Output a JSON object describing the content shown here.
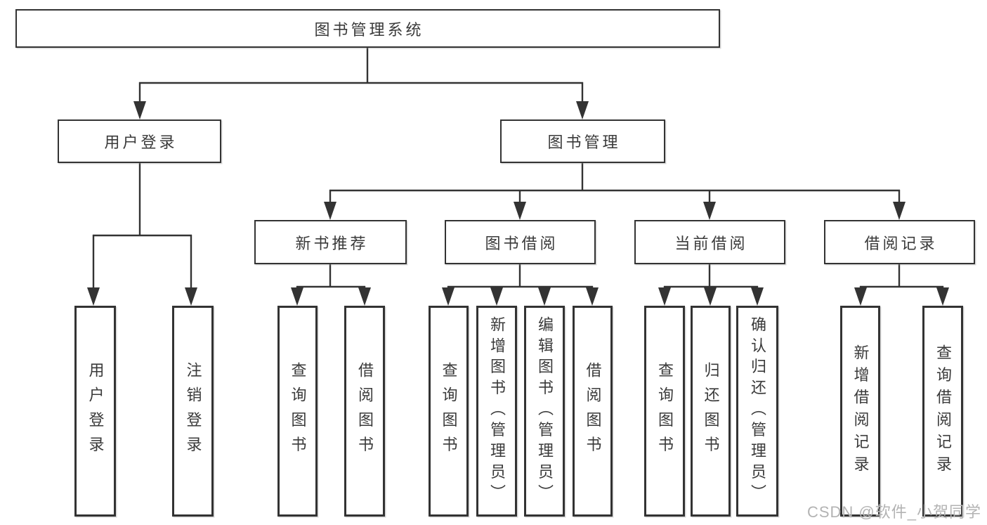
{
  "nodes": {
    "root": {
      "label": "图书管理系统"
    },
    "user_login": {
      "label": "用户登录",
      "children": {
        "login": {
          "label": "用户登录"
        },
        "logout": {
          "label": "注销登录"
        }
      }
    },
    "book_mgmt": {
      "label": "图书管理",
      "children": {
        "new_book_rec": {
          "label": "新书推荐",
          "children": {
            "query": {
              "label": "查询图书"
            },
            "borrow": {
              "label": "借阅图书"
            }
          }
        },
        "book_borrow": {
          "label": "图书借阅",
          "children": {
            "query": {
              "label": "查询图书"
            },
            "add": {
              "label": "新增图书（管理员）"
            },
            "edit": {
              "label": "编辑图书（管理员）"
            },
            "borrow": {
              "label": "借阅图书"
            }
          }
        },
        "current_borrow": {
          "label": "当前借阅",
          "children": {
            "query": {
              "label": "查询图书"
            },
            "return": {
              "label": "归还图书"
            },
            "confirm": {
              "label": "确认归还（管理员）"
            }
          }
        },
        "borrow_records": {
          "label": "借阅记录",
          "children": {
            "add": {
              "label": "新增借阅记录"
            },
            "query": {
              "label": "查询借阅记录"
            }
          }
        }
      }
    }
  },
  "watermark": {
    "text": "CSDN @软件_小贺同学"
  },
  "colors": {
    "line": "#333333",
    "text": "#3a3a3a",
    "background": "#ffffff",
    "watermark": "#b3b3b3"
  }
}
